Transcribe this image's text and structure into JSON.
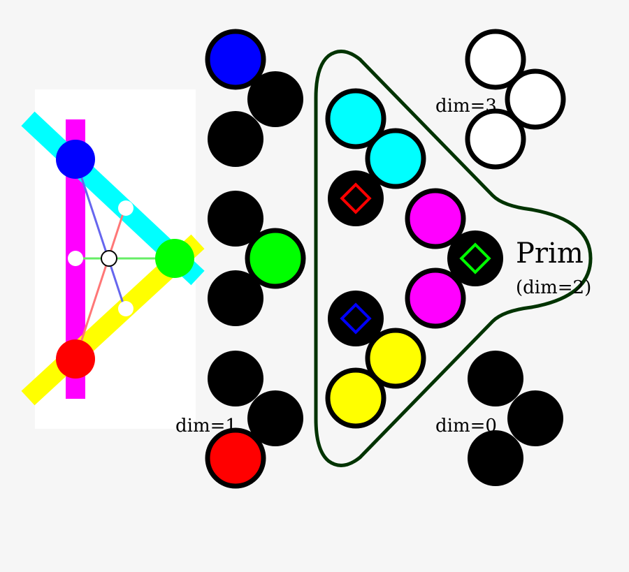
{
  "colors": {
    "background": "#f6f6f6",
    "panel": "#ffffff",
    "black": "#000000",
    "blue": "#0000ff",
    "red": "#ff0000",
    "green": "#00ff00",
    "cyan": "#00ffff",
    "magenta": "#ff00ff",
    "yellow": "#ffff00",
    "white": "#ffffff",
    "outline": "#003300"
  },
  "labels": {
    "dim3": "dim=3",
    "dim1": "dim=1",
    "dim0": "dim=0",
    "prim_title": "Prim",
    "prim_sub": "(dim=2)"
  }
}
